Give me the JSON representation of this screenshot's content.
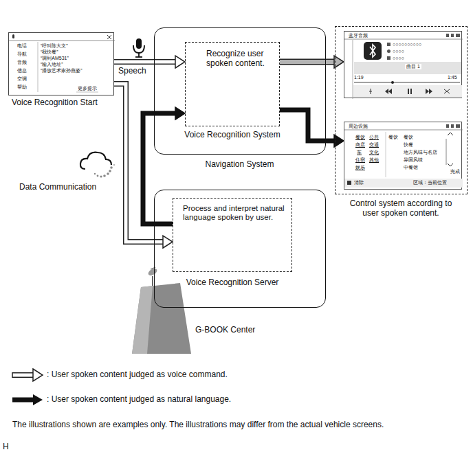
{
  "diagram": {
    "nodes": [
      {
        "text": [
          "电话",
          "导航",
          "音频",
          "信息",
          "空调",
          "帮助",
          "“呼叫陈大文”",
          "“我快餐”",
          "“调到AM531”",
          "“输入地址”",
          "“播放艺术家孙燕姿”",
          "更多提示",
          "Voice Recognition Start"
        ]
      },
      {
        "text": [
          "Navigation System"
        ]
      },
      {
        "text": [
          "Recognize user spoken content.",
          "Voice Recognition System"
        ],
        "in": 1
      },
      {
        "text": [
          "G-BOOK Center"
        ]
      },
      {
        "text": [
          "Process and interpret natural language spoken by user.",
          "Voice Recognition Server"
        ],
        "in": 3
      },
      {
        "text": [
          "Control system according to user spoken content."
        ]
      },
      {
        "text": [
          "蓝牙音频",
          "○○○○○○○○○○",
          "○○○○",
          "○○○○",
          "曲目 1",
          "1:19",
          "1:45"
        ],
        "in": 5
      },
      {
        "text": [
          "周边设施",
          "餐饮",
          "公共",
          "商店",
          "交通",
          "车",
          "文化",
          "住宿",
          "其他",
          "娱乐",
          "餐饮",
          "餐饮",
          "快餐",
          "地方风味与名店",
          "异国风味",
          "中餐馆",
          "完成",
          "清除",
          "区域：当前位置"
        ],
        "in": 5
      }
    ],
    "edges": [
      {
        "from": 0,
        "to": 2,
        "arrow": "to"
      },
      {
        "from": 0,
        "to": 4,
        "arrow": "to"
      },
      {
        "from": 4,
        "to": 2,
        "arrow": "to"
      },
      {
        "from": 2,
        "to": 6,
        "arrow": "to"
      },
      {
        "from": 2,
        "to": 7,
        "arrow": "to"
      }
    ],
    "labels": [
      "Speech",
      "Data Communication",
      "The illustrations shown are examples only. The illustrations may differ from the actual vehicle screens.",
      "H"
    ],
    "legend": [
      {
        "text": ": User spoken content judged as voice command."
      },
      {
        "text": ": User spoken content judged as natural language."
      }
    ]
  }
}
